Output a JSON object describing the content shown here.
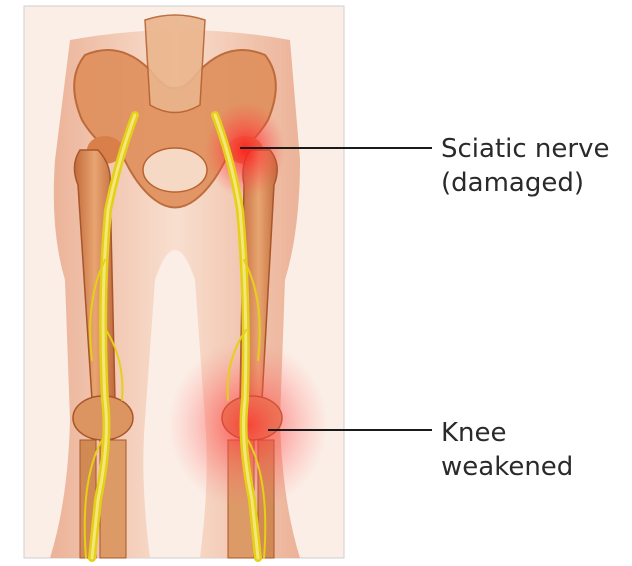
{
  "callouts": {
    "sciatic": {
      "line1": "Sciatic nerve",
      "line2": "(damaged)"
    },
    "knee": {
      "line1": "Knee",
      "line2": "weakened"
    }
  },
  "colors": {
    "skin": "#f3cdb6",
    "bone": "#d98a55",
    "nerve": "#e8d21a",
    "inflammation": "#ff2a2a",
    "leader_line": "#1a1a1a"
  },
  "icons": [
    "pelvis-bone",
    "femur-bone",
    "sciatic-nerve",
    "knee-joint",
    "inflammation-glow"
  ]
}
